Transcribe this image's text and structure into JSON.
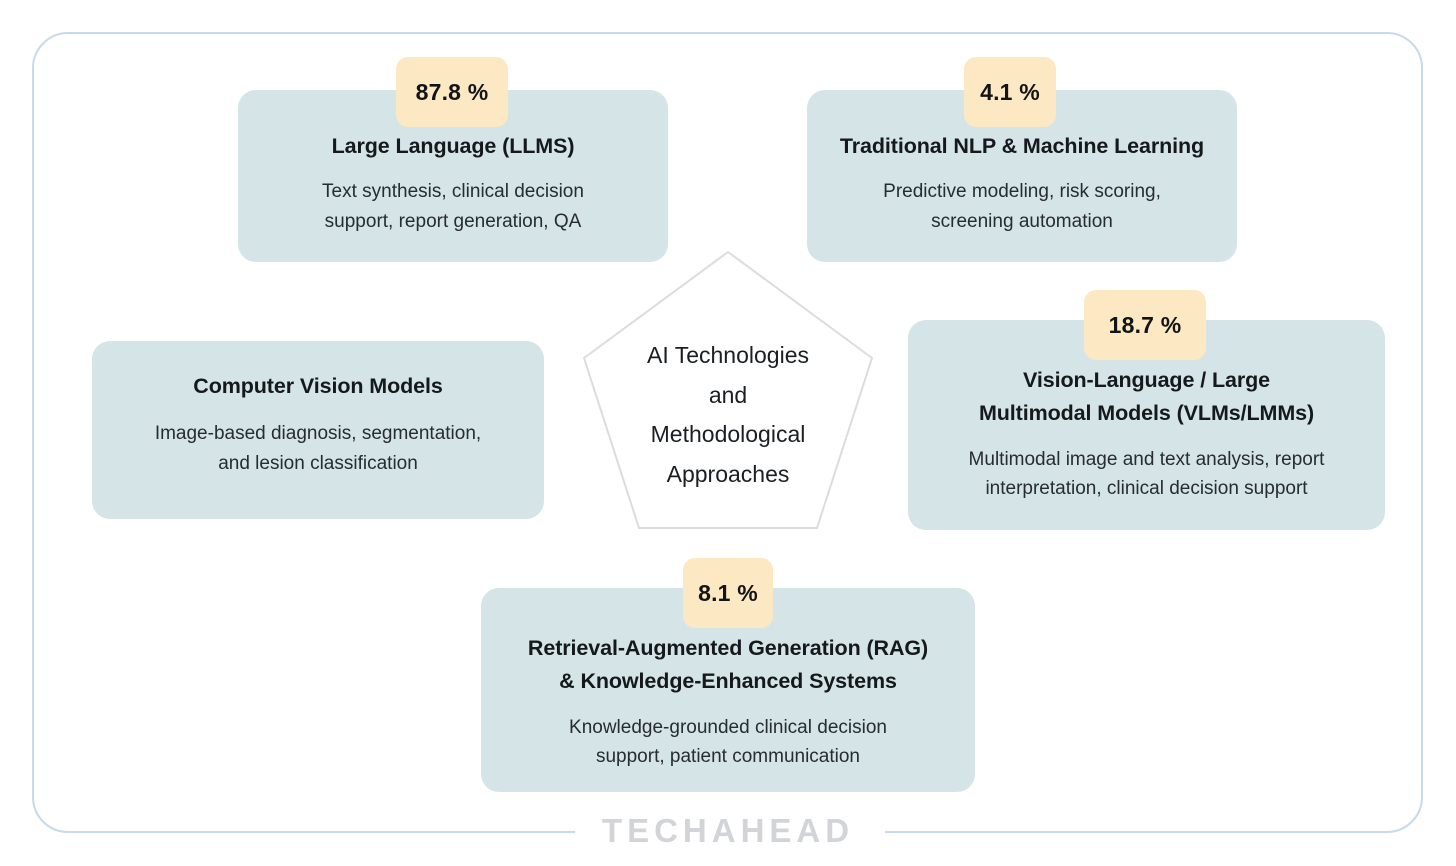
{
  "frame": {
    "border_color": "#c9d8ed",
    "background": "#ffffff"
  },
  "theme": {
    "card_background": "#d5e4e7",
    "badge_background": "#fce8c2",
    "title_color": "#15191c",
    "body_color": "#262c31",
    "pentagon_stroke": "#dcdcdc",
    "logo_color": "#d2d4d7"
  },
  "center": {
    "shape": "pentagon",
    "label": "AI Technologies\nand\nMethodological\nApproaches"
  },
  "footer": {
    "logo_text": "TECHAHEAD"
  },
  "chart_data": {
    "type": "diagram",
    "title": "AI Technologies and Methodological Approaches",
    "layout": "pentagon-hub-with-satellite-cards",
    "categories": [
      "Large Language (LLMS)",
      "Traditional NLP & Machine Learning",
      "Computer Vision Models",
      "Vision-Language / Large Multimodal Models (VLMs/LMMs)",
      "Retrieval-Augmented Generation (RAG) & Knowledge-Enhanced Systems"
    ],
    "values": [
      87.8,
      4.1,
      null,
      18.7,
      8.1
    ],
    "value_unit": "%",
    "ylabel": "Share"
  },
  "cards": [
    {
      "id": "llm",
      "badge": "87.8 %",
      "value": 87.8,
      "title": "Large Language (LLMS)",
      "description": "Text synthesis, clinical decision\nsupport, report generation, QA",
      "position": "top-left"
    },
    {
      "id": "nlp",
      "badge": "4.1 %",
      "value": 4.1,
      "title": "Traditional NLP & Machine Learning",
      "description": "Predictive modeling, risk scoring,\nscreening automation",
      "position": "top-right"
    },
    {
      "id": "cv",
      "badge": null,
      "value": null,
      "title": "Computer Vision Models",
      "description": "Image-based diagnosis, segmentation,\nand lesion classification",
      "position": "middle-left"
    },
    {
      "id": "vlm",
      "badge": "18.7 %",
      "value": 18.7,
      "title": "Vision-Language / Large\nMultimodal Models (VLMs/LMMs)",
      "description": "Multimodal image and text analysis, report\ninterpretation, clinical decision support",
      "position": "middle-right"
    },
    {
      "id": "rag",
      "badge": "8.1 %",
      "value": 8.1,
      "title": "Retrieval-Augmented Generation (RAG)\n& Knowledge-Enhanced Systems",
      "description": "Knowledge-grounded clinical decision\nsupport, patient communication",
      "position": "bottom-center"
    }
  ]
}
